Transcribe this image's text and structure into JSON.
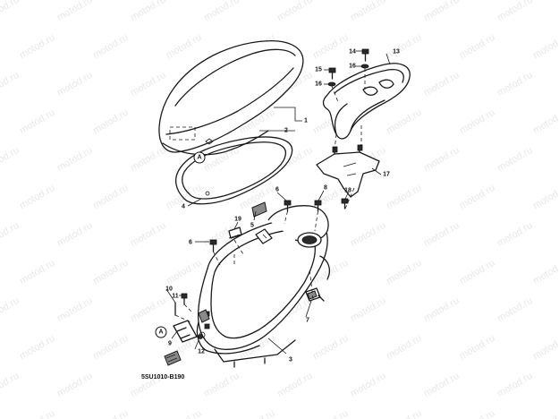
{
  "diagram": {
    "code": "5SU1010-B190",
    "watermark": "motod.ru"
  },
  "callouts": {
    "n1": "1",
    "n2": "2",
    "n3": "3",
    "n4": "4",
    "n5": "5",
    "n6a": "6",
    "n6b": "6",
    "n7": "7",
    "n8": "8",
    "n9": "9",
    "n10": "10",
    "n11": "11",
    "n12": "12",
    "n13": "13",
    "n14": "14",
    "n15": "15",
    "n16a": "16",
    "n16b": "16",
    "n17": "17",
    "n18": "18",
    "n19": "19",
    "refA1": "A",
    "refA2": "A"
  },
  "parts": [
    "seat",
    "seat-gasket",
    "seat-lock-reference",
    "luggage-box",
    "seat-hinge-bracket",
    "rear-carrier",
    "carrier-bracket",
    "latch",
    "bolts"
  ]
}
